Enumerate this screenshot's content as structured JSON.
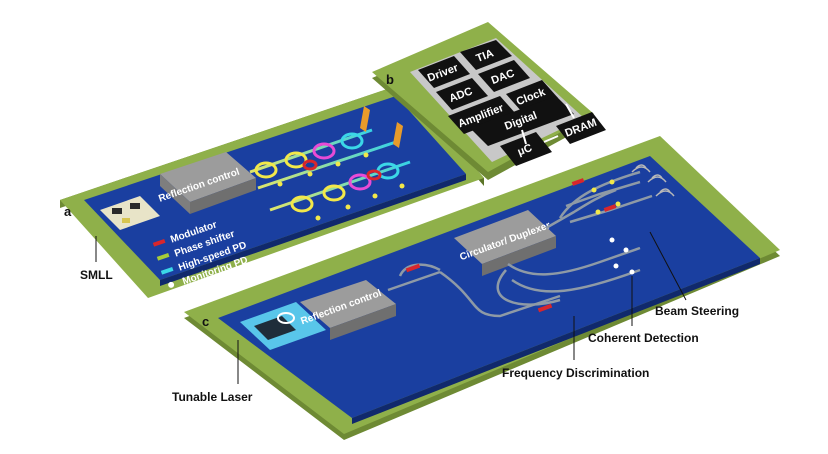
{
  "panels": {
    "a": {
      "letter": "a",
      "block": "Reflection control",
      "chip": "SMLL",
      "legend": {
        "modulator": "Modulator",
        "phase_shifter": "Phase shifter",
        "high_speed_pd": "High-speed PD",
        "monitoring_pd": "Monitoring PD"
      }
    },
    "b": {
      "letter": "b",
      "blocks": [
        "Driver",
        "TIA",
        "ADC",
        "DAC",
        "Amplifier",
        "Clock",
        "Digital"
      ],
      "uc": "μC",
      "dram": "DRAM"
    },
    "c": {
      "letter": "c",
      "reflection": "Reflection control",
      "circulator": "Circulator/ Duplexer",
      "labels": {
        "tunable_laser": "Tunable Laser",
        "frequency": "Frequency Discrimination",
        "coherent": "Coherent Detection",
        "beam": "Beam Steering"
      }
    }
  },
  "colors": {
    "board": "#8fb04a",
    "board_edge": "#6e8a34",
    "chip": "#1a3fa0",
    "chip_dark": "#10296c",
    "block": "#8c8c8c",
    "modulator": "#d8262c",
    "phase": "#a6cc3a",
    "electronics": "#111111"
  }
}
